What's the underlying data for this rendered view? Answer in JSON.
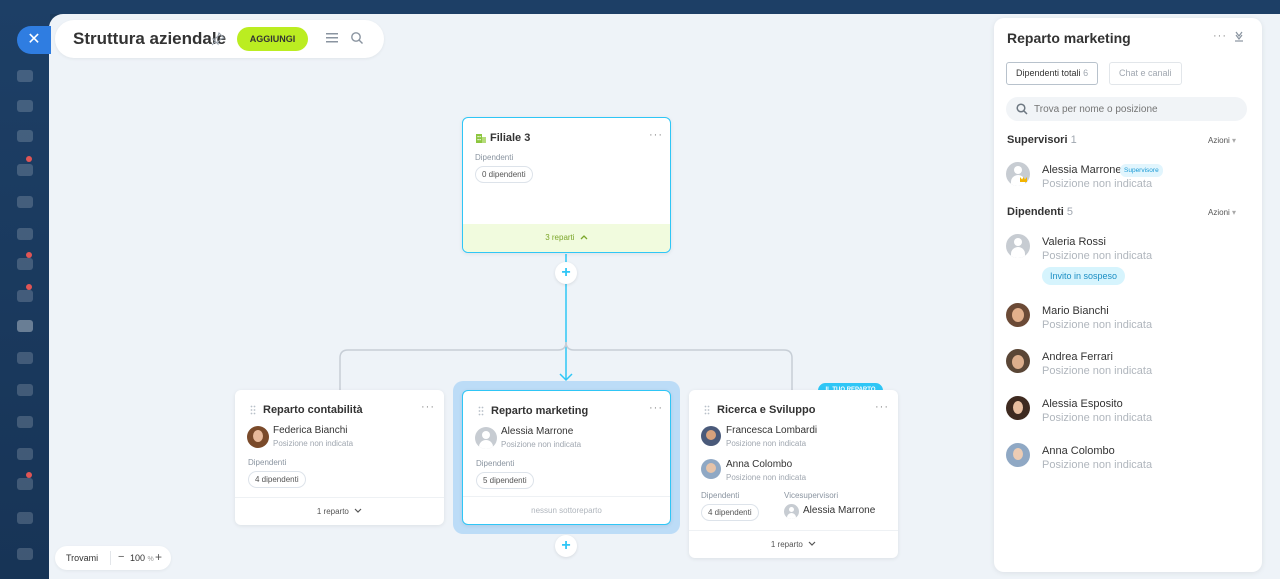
{
  "header": {
    "title": "Struttura aziendale",
    "add_label": "AGGIUNGI"
  },
  "root_card": {
    "title": "Filiale 3",
    "employees_label": "Dipendenti",
    "employees_count": "0 dipendenti",
    "subdepts_label": "3 reparti"
  },
  "cards": [
    {
      "title": "Reparto contabilità",
      "head_name": "Federica Bianchi",
      "head_position": "Posizione non indicata",
      "employees_label": "Dipendenti",
      "employees_count": "4 dipendenti",
      "footer": "1 reparto"
    },
    {
      "title": "Reparto marketing",
      "head_name": "Alessia Marrone",
      "head_position": "Posizione non indicata",
      "employees_label": "Dipendenti",
      "employees_count": "5 dipendenti",
      "footer": "nessun sottoreparto"
    },
    {
      "title": "Ricerca e Sviluppo",
      "badge": "IL TUO REPARTO",
      "heads": [
        {
          "name": "Francesca Lombardi",
          "position": "Posizione non indicata"
        },
        {
          "name": "Anna Colombo",
          "position": "Posizione non indicata"
        }
      ],
      "employees_label": "Dipendenti",
      "employees_count": "4 dipendenti",
      "deputy_label": "Vicesupervisori",
      "deputy_name": "Alessia Marrone",
      "footer": "1 reparto"
    }
  ],
  "zoom": {
    "find_label": "Trovami",
    "value": "100",
    "unit": "%"
  },
  "panel": {
    "title": "Reparto marketing",
    "tabs": [
      {
        "label": "Dipendenti totali",
        "count": "6"
      },
      {
        "label": "Chat e canali"
      }
    ],
    "search_placeholder": "Trova per nome o posizione",
    "supervisors": {
      "label": "Supervisori",
      "count": "1",
      "actions": "Azioni",
      "items": [
        {
          "name": "Alessia Marrone",
          "badge": "Supervisore",
          "position": "Posizione non indicata"
        }
      ]
    },
    "employees": {
      "label": "Dipendenti",
      "count": "5",
      "actions": "Azioni",
      "items": [
        {
          "name": "Valeria Rossi",
          "position": "Posizione non indicata",
          "badge": "Invito in sospeso"
        },
        {
          "name": "Mario Bianchi",
          "position": "Posizione non indicata"
        },
        {
          "name": "Andrea Ferrari",
          "position": "Posizione non indicata"
        },
        {
          "name": "Alessia Esposito",
          "position": "Posizione non indicata"
        },
        {
          "name": "Anna Colombo",
          "position": "Posizione non indicata"
        }
      ]
    }
  },
  "colors": {
    "accent": "#2fc6f6",
    "add_button": "#bbed21",
    "close_button": "#2f7de1"
  }
}
